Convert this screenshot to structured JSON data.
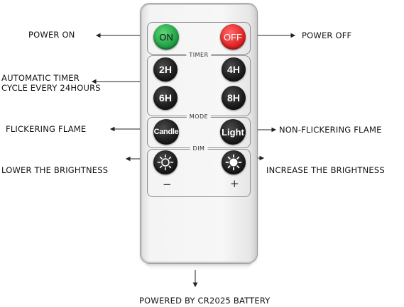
{
  "callouts": {
    "power_on": "POWER ON",
    "power_off": "POWER OFF",
    "timer_line1": "AUTOMATIC TIMER",
    "timer_line2": "CYCLE EVERY 24HOURS",
    "flickering": "FLICKERING FLAME",
    "non_flickering": "NON-FLICKERING FLAME",
    "lower": "LOWER THE BRIGHTNESS",
    "increase": "INCREASE THE BRIGHTNESS",
    "battery": "POWERED BY CR2025 BATTERY"
  },
  "remote": {
    "on_label": "ON",
    "off_label": "OFF",
    "timer_label": "TIMER",
    "mode_label": "MODE",
    "dim_label": "DIM",
    "timer_buttons": [
      "2H",
      "4H",
      "6H",
      "8H"
    ],
    "candle_label": "Candle",
    "light_label": "Light",
    "minus": "−",
    "plus": "+"
  },
  "colors": {
    "on_button": "#21a244",
    "off_button": "#e02323",
    "button_dark": "#1e1e1e"
  },
  "icons": {
    "dim_down": "sun-outline-icon",
    "dim_up": "sun-filled-icon"
  }
}
